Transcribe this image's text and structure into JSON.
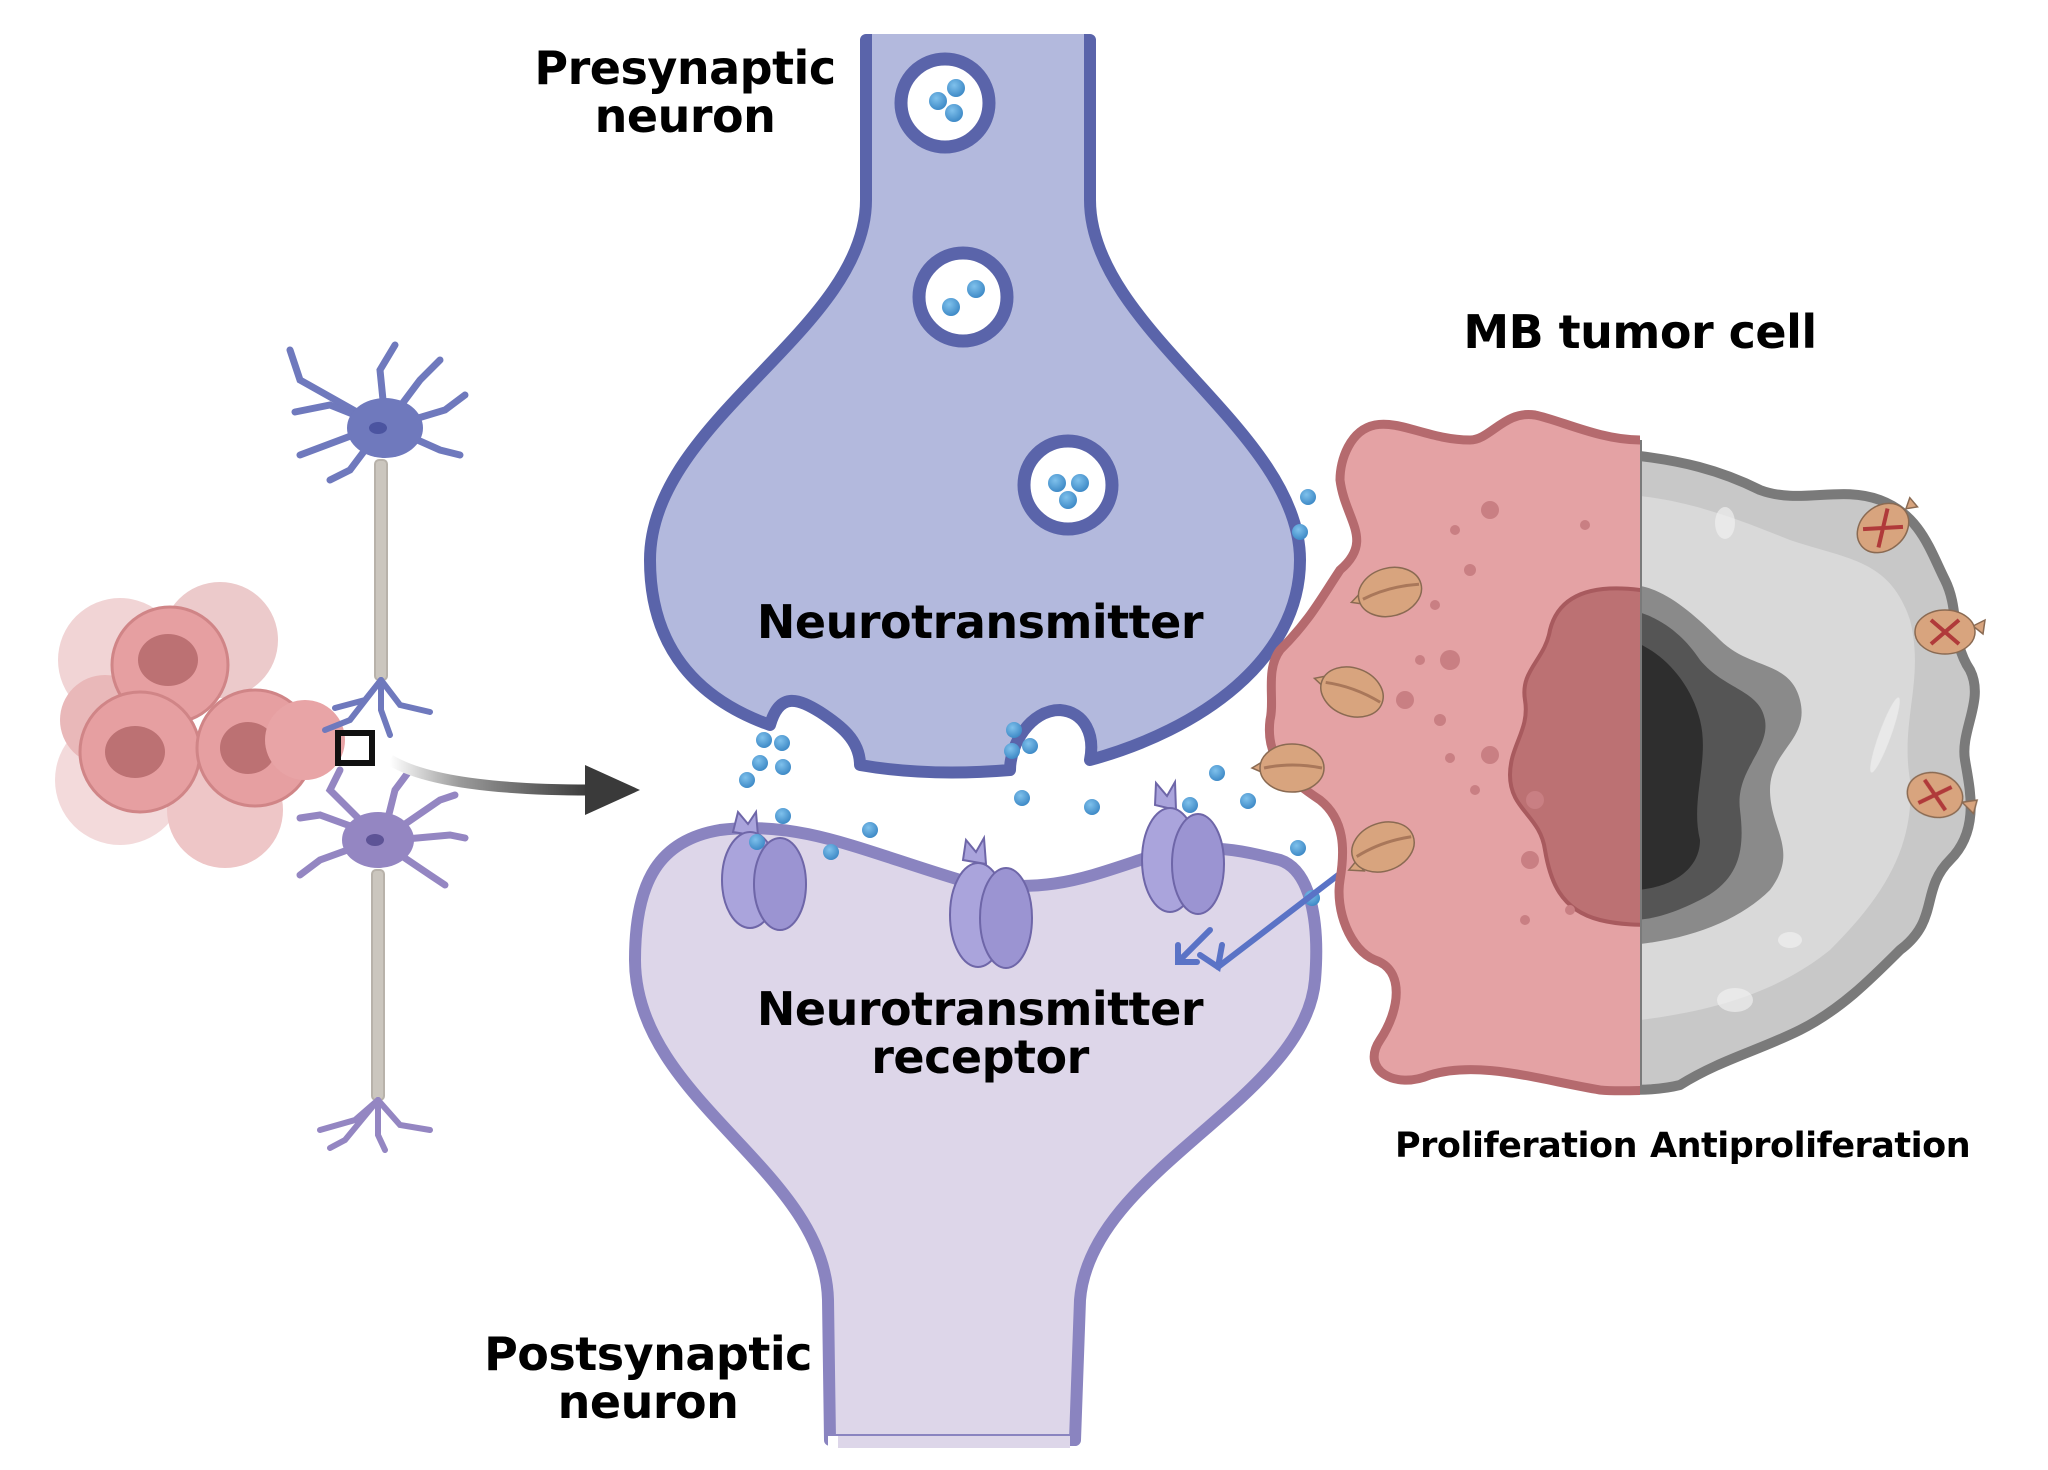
{
  "figure": {
    "type": "schematic",
    "subject": "Neuron-to-medulloblastoma synaptic signaling"
  },
  "labels": {
    "presynaptic": [
      "Presynaptic",
      "neuron"
    ],
    "postsynaptic": [
      "Postsynaptic",
      "neuron"
    ],
    "neurotransmitter": "Neurotransmitter",
    "receptor": [
      "Neurotransmitter",
      "receptor"
    ],
    "tumor_cell": "MB tumor cell",
    "proliferation": "Proliferation",
    "antiproliferation": "Antiproliferation"
  },
  "colors": {
    "presynaptic_fill": "#b3b9dd",
    "presynaptic_stroke": "#5a64aa",
    "postsynaptic_fill": "#ddd6e9",
    "postsynaptic_stroke": "#8a84c0",
    "neurotransmitter_dot": "#3f8fcc",
    "receptor_fill": "#aaa4dc",
    "tumor_fill": "#e4a2a4",
    "tumor_stroke": "#b56a6e",
    "tumor_nucleus": "#bc7173",
    "dead_cell_fill": "#cfcfcf",
    "dead_cell_stroke": "#7a7a7a",
    "tumor_receptor_fill": "#d8a47e",
    "inhibition_mark": "#b03a3a",
    "signal_arrow": "#5a73c6"
  },
  "elements": {
    "synaptic_vesicles": 3,
    "docked_vesicles": 2,
    "postsynaptic_receptors": 3,
    "tumor_receptors_active": 4,
    "tumor_receptors_blocked": 3
  }
}
